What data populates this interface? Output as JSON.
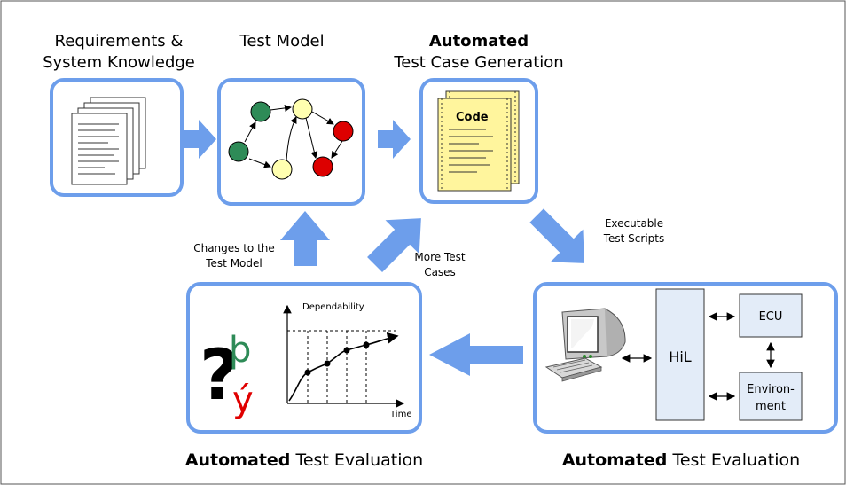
{
  "stages": {
    "requirements_line1": "Requirements &",
    "requirements_line2": "System Knowledge",
    "test_model": "Test Model",
    "generation_bold": "Automated",
    "generation_rest": "Test Case Generation"
  },
  "code_doc": {
    "label": "Code"
  },
  "arrow_labels": {
    "executable_line1": "Executable",
    "executable_line2": "Test Scripts",
    "changes_line1": "Changes to the",
    "changes_line2": "Test Model",
    "more_line1": "More Test",
    "more_line2": "Cases"
  },
  "evaluation_left": {
    "bold": "Automated",
    "rest": "Test Evaluation",
    "chart_ylabel": "Dependability",
    "chart_xlabel": "Time",
    "glyph_question": "?",
    "glyph_thorn": "þ",
    "glyph_y": "ý"
  },
  "evaluation_right": {
    "bold": "Automated",
    "rest": "Test Evaluation",
    "hil": "HiL",
    "ecu": "ECU",
    "environment_line1": "Environ-",
    "environment_line2": "ment"
  },
  "colors": {
    "box_border": "#6d9eeb",
    "arrow": "#6d9eeb",
    "node_green": "#2e8b57",
    "node_yellow": "#ffffb0",
    "node_red": "#dd0000",
    "doc_yellow": "#fff59d",
    "hil_fill": "#e3ecf8",
    "glyph_green": "#2e8b57",
    "glyph_red": "#e00000"
  }
}
